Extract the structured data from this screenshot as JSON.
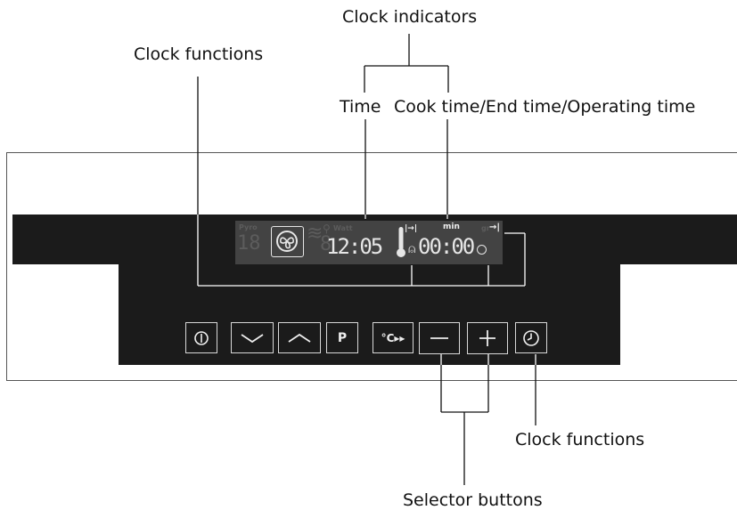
{
  "labels": {
    "clock_indicators": "Clock indicators",
    "clock_functions_top": "Clock functions",
    "time": "Time",
    "cook_time": "Cook time/End time/Operating time",
    "clock_functions_bottom": "Clock functions",
    "selector_buttons": "Selector buttons"
  },
  "display": {
    "time_value": "12:05",
    "duration_value": "00:00",
    "unit_min": "min",
    "unit_watt": "Watt",
    "pyro": "Pyro",
    "dim_digits": "18",
    "dim_digit2": "8",
    "gr": "gr",
    "start_mark": "|→|",
    "end_mark": "→|"
  },
  "buttons": {
    "power_icon": "power-icon",
    "down_icon": "chevron-down-icon",
    "up_icon": "chevron-up-icon",
    "program_label": "P",
    "temp_label": "°C▸▸",
    "minus_icon": "minus-icon",
    "plus_icon": "plus-icon",
    "clock_icon": "clock-icon"
  },
  "colors": {
    "panel": "#1b1b1b",
    "display": "#434343",
    "lit_segment": "#e6e6e6",
    "unlit_segment": "#5c5c5c"
  }
}
